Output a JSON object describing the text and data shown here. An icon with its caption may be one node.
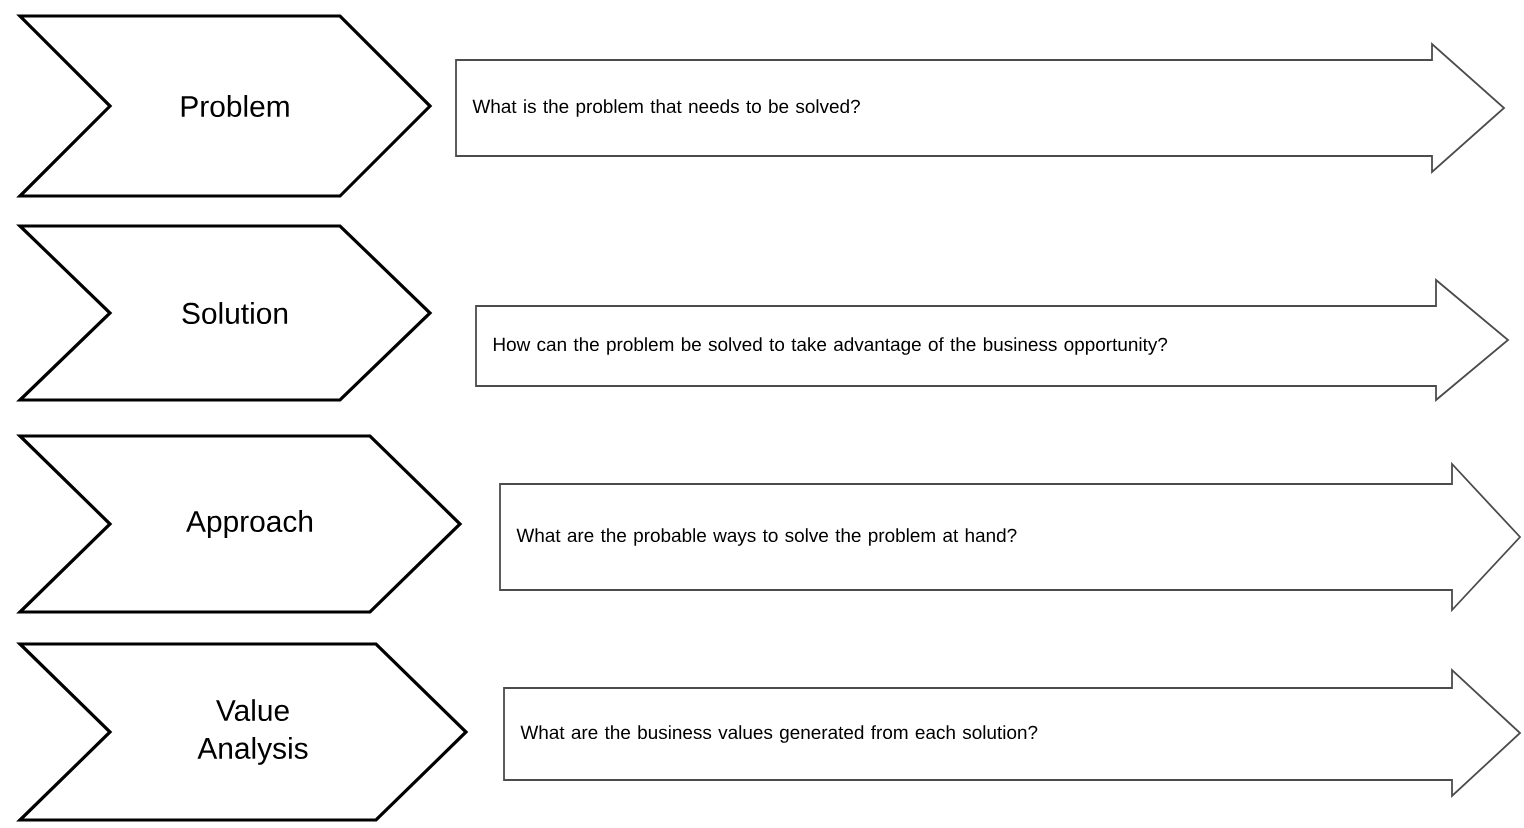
{
  "diagram": {
    "nodes": [
      {
        "text": [
          "Problem"
        ]
      },
      {
        "text": [
          "What is the problem that needs to be solved?"
        ]
      },
      {
        "text": [
          "Solution"
        ]
      },
      {
        "text": [
          "How can the problem be solved to take advantage of the business opportunity?"
        ]
      },
      {
        "text": [
          "Approach"
        ]
      },
      {
        "text": [
          "What are the probable ways to solve the problem at hand?"
        ]
      },
      {
        "text": [
          "Value Analysis"
        ]
      },
      {
        "text": [
          "What are the business values generated from each solution?"
        ]
      }
    ]
  }
}
